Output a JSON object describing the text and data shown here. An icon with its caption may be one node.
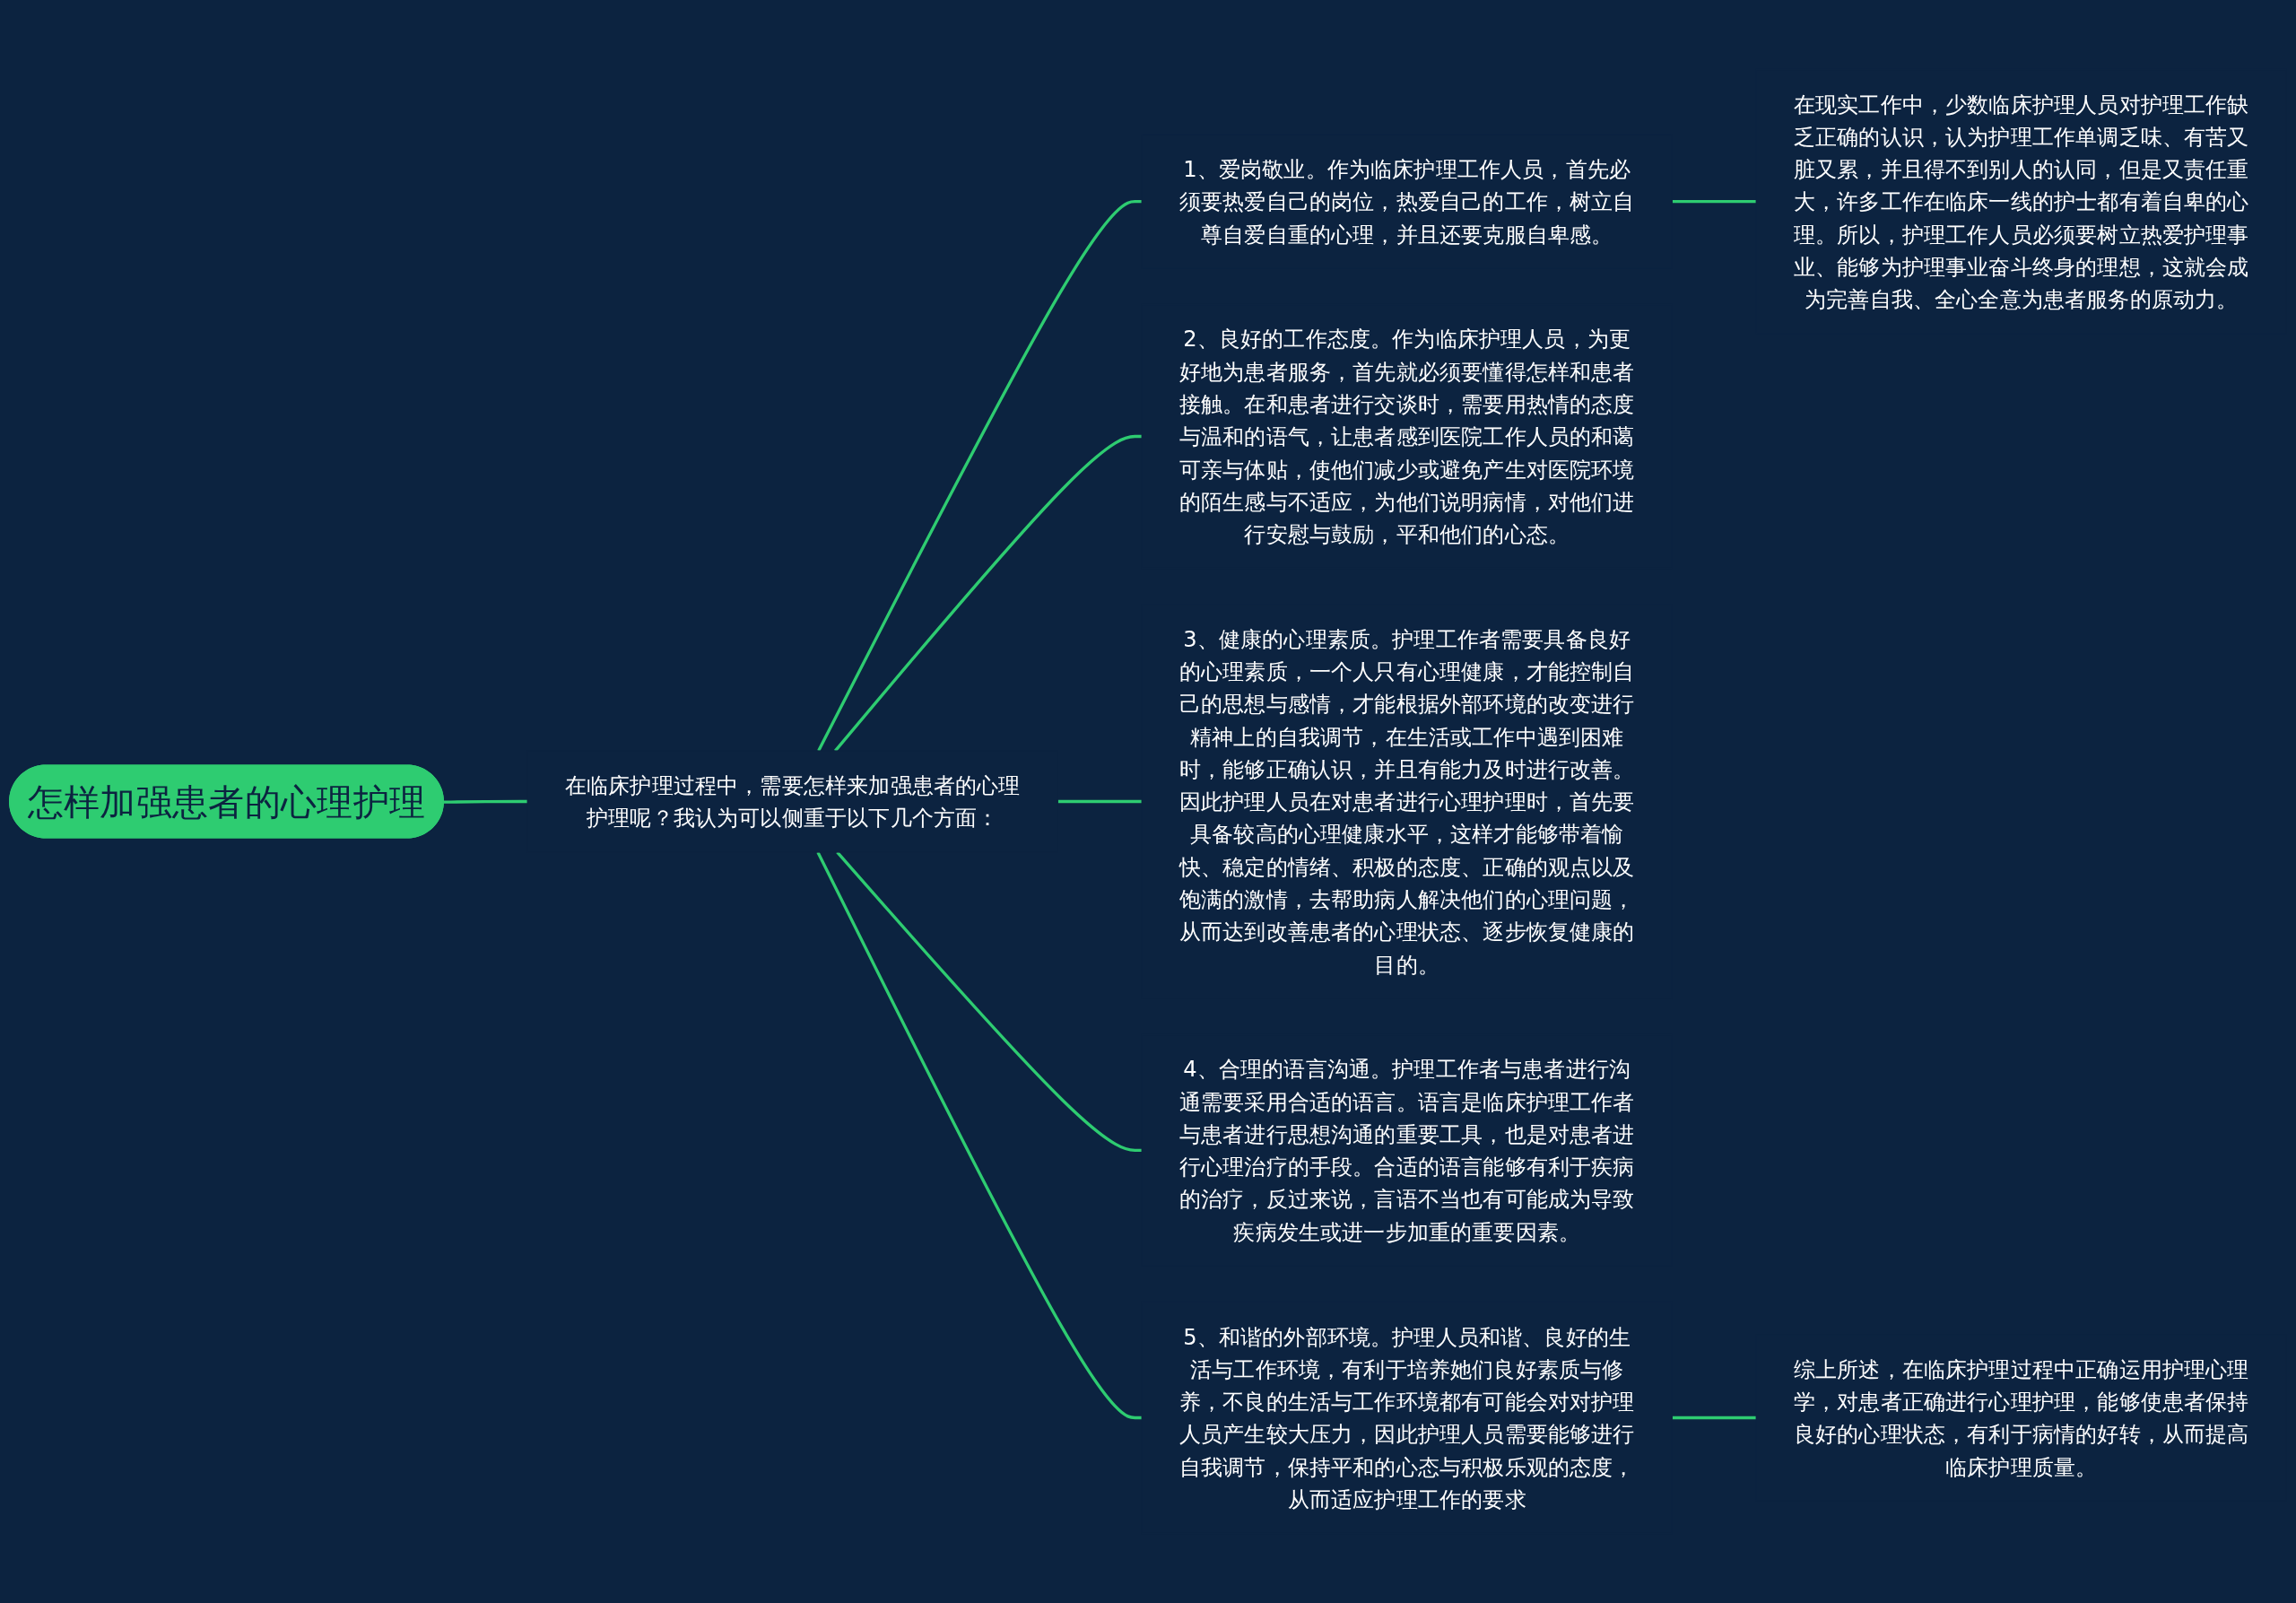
{
  "diagram": {
    "nodes": [
      {
        "text": [
          "怎样加强患者的心理护理"
        ]
      },
      {
        "text": [
          "在临床护理过程中，需要怎样来加强患者的心理护理呢？我认为可以侧重于以下几个方面："
        ]
      },
      {
        "text": [
          "1、爱岗敬业。作为临床护理工作人员，首先必须要热爱自己的岗位，热爱自己的工作，树立自尊自爱自重的心理，并且还要克服自卑感。"
        ]
      },
      {
        "text": [
          "2、良好的工作态度。作为临床护理人员，为更好地为患者服务，首先就必须要懂得怎样和患者接触。在和患者进行交谈时，需要用热情的态度与温和的语气，让患者感到医院工作人员的和蔼可亲与体贴，使他们减少或避免产生对医院环境的陌生感与不适应，为他们说明病情，对他们进行安慰与鼓励，平和他们的心态。"
        ]
      },
      {
        "text": [
          "3、健康的心理素质。护理工作者需要具备良好的心理素质，一个人只有心理健康，才能控制自己的思想与感情，才能根据外部环境的改变进行精神上的自我调节，在生活或工作中遇到困难时，能够正确认识，并且有能力及时进行改善。因此护理人员在对患者进行心理护理时，首先要具备较高的心理健康水平，这样才能够带着愉快、稳定的情绪、积极的态度、正确的观点以及饱满的激情，去帮助病人解决他们的心理问题，从而达到改善患者的心理状态、逐步恢复健康的目的。"
        ]
      },
      {
        "text": [
          "4、合理的语言沟通。护理工作者与患者进行沟通需要采用合适的语言。语言是临床护理工作者与患者进行思想沟通的重要工具，也是对患者进行心理治疗的手段。合适的语言能够有利于疾病的治疗，反过来说，言语不当也有可能成为导致疾病发生或进一步加重的重要因素。"
        ]
      },
      {
        "text": [
          "5、和谐的外部环境。护理人员和谐、良好的生活与工作环境，有利于培养她们良好素质与修养，不良的生活与工作环境都有可能会对对护理人员产生较大压力，因此护理人员需要能够进行自我调节，保持平和的心态与积极乐观的态度，从而适应护理工作的要求"
        ]
      },
      {
        "text": [
          "在现实工作中，少数临床护理人员对护理工作缺乏正确的认识，认为护理工作单调乏味、有苦又脏又累，并且得不到别人的认同，但是又责任重大，许多工作在临床一线的护士都有着自卑的心理。所以，护理工作人员必须要树立热爱护理事业、能够为护理事业奋斗终身的理想，这就会成为完善自我、全心全意为患者服务的原动力。"
        ]
      },
      {
        "text": [
          "综上所述，在临床护理过程中正确运用护理心理学，对患者正确进行心理护理，能够使患者保持良好的心理状态，有利于病情的好转，从而提高临床护理质量。"
        ]
      }
    ],
    "edges": [
      {
        "from": 0,
        "to": 1,
        "arrow": "none"
      },
      {
        "from": 1,
        "to": 2,
        "arrow": "none"
      },
      {
        "from": 1,
        "to": 3,
        "arrow": "none"
      },
      {
        "from": 1,
        "to": 4,
        "arrow": "none"
      },
      {
        "from": 1,
        "to": 5,
        "arrow": "none"
      },
      {
        "from": 1,
        "to": 6,
        "arrow": "none"
      },
      {
        "from": 2,
        "to": 7,
        "arrow": "none"
      },
      {
        "from": 6,
        "to": 8,
        "arrow": "none"
      }
    ]
  }
}
